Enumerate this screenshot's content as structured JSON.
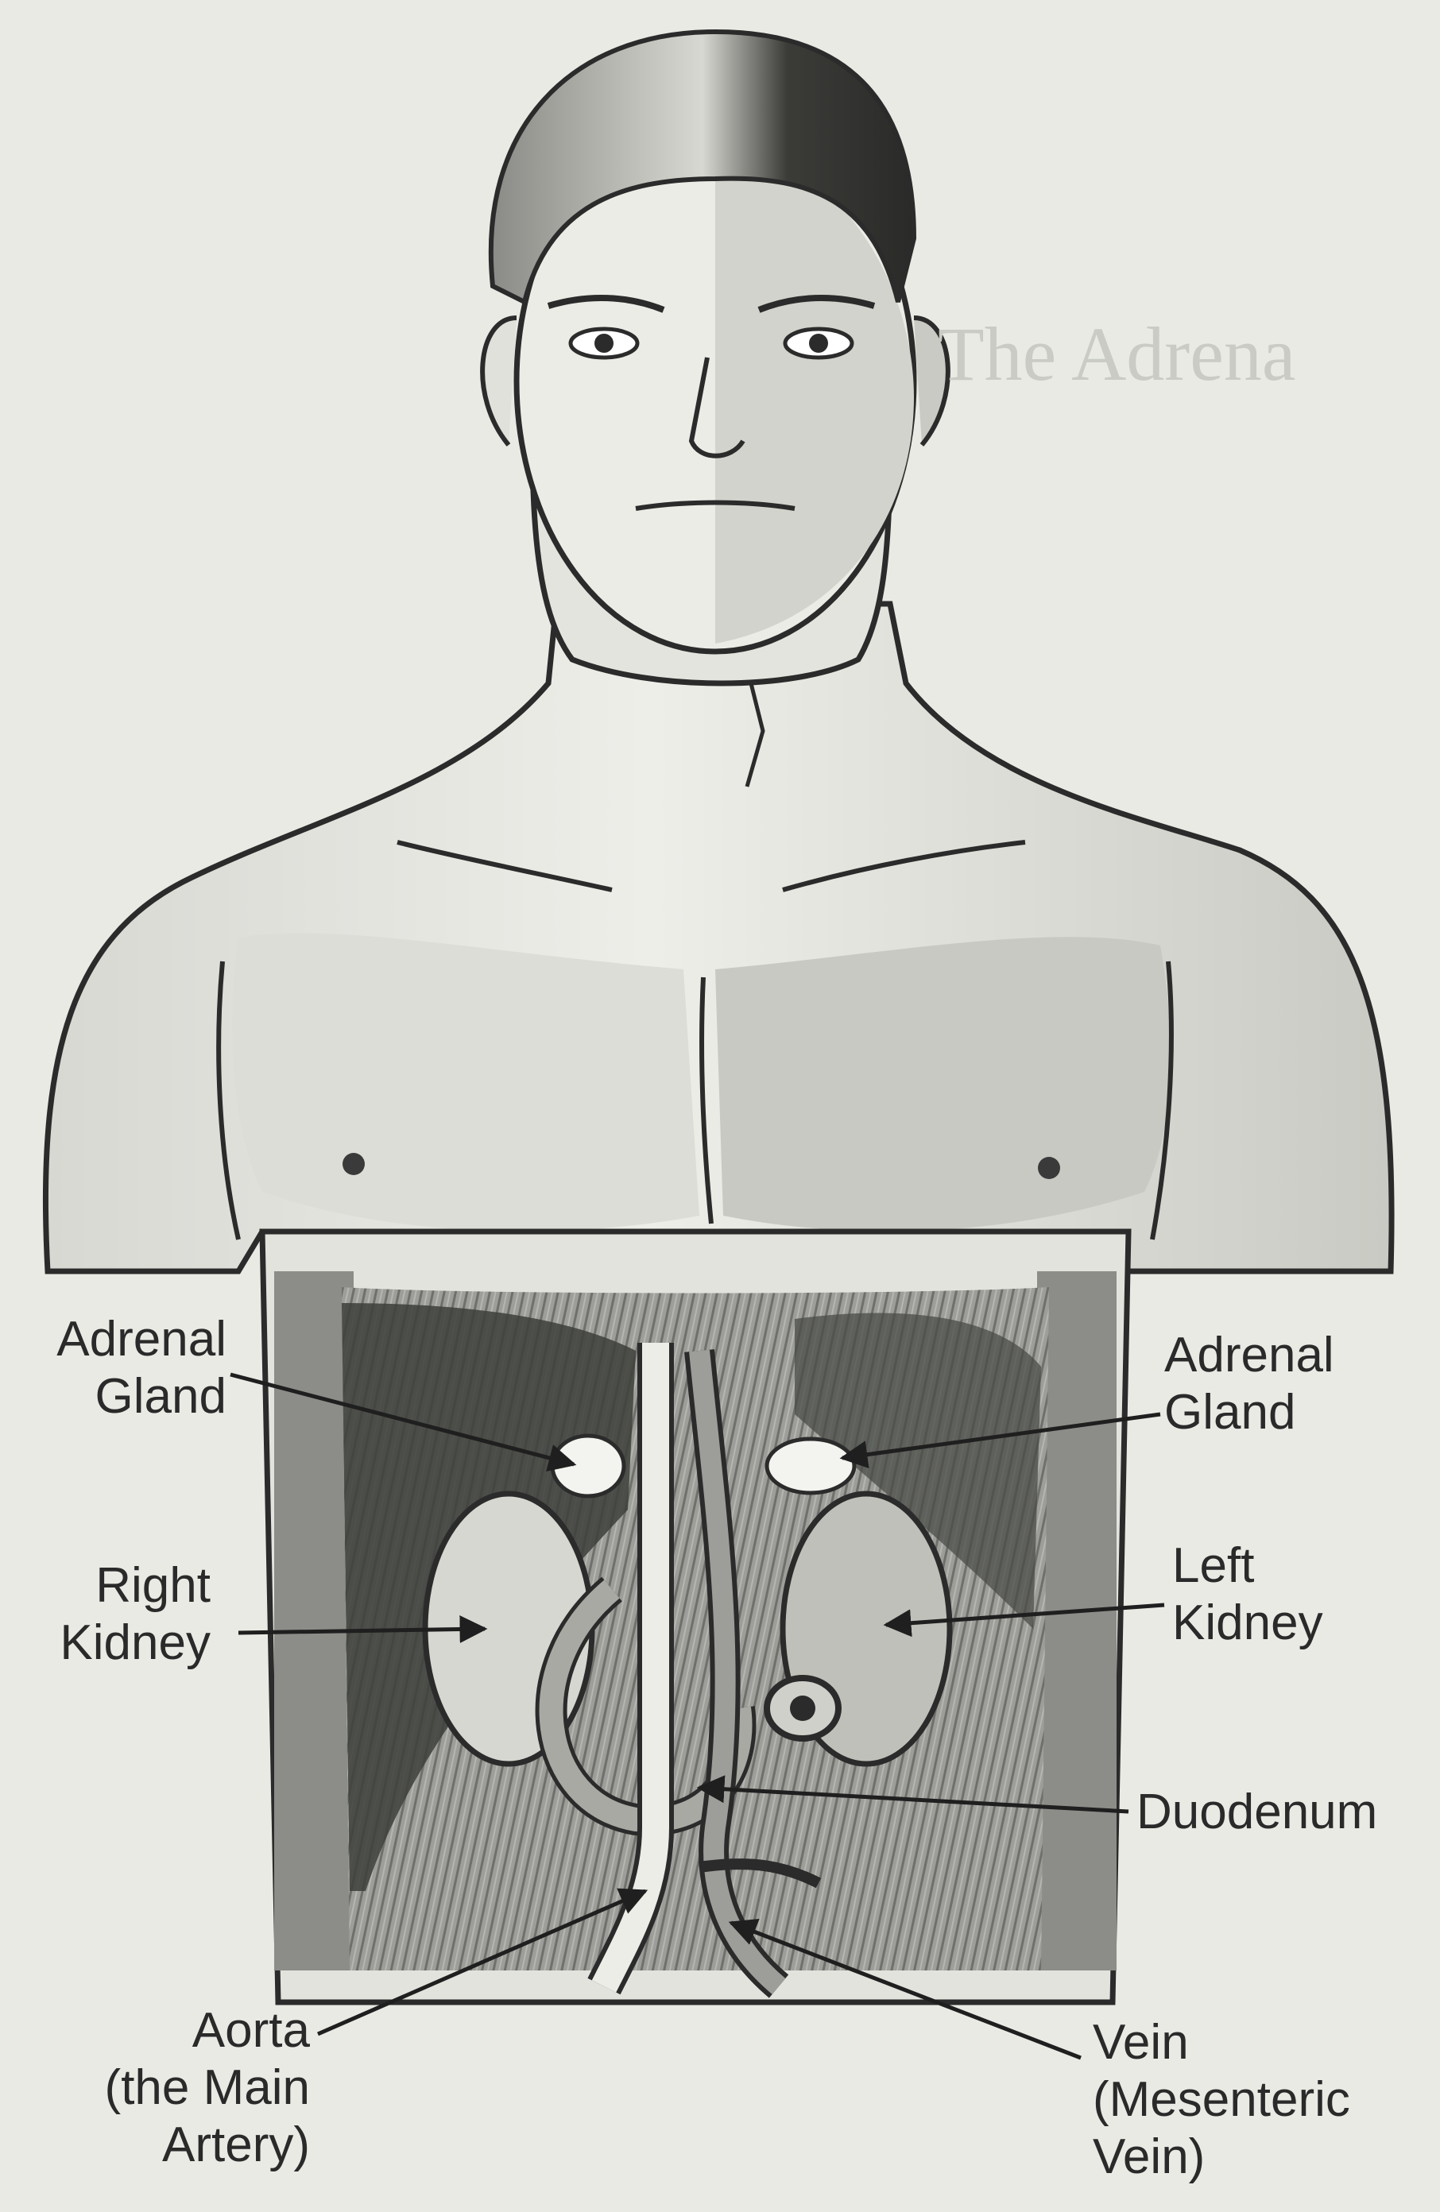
{
  "labels": {
    "adrenal_gland_right": "Adrenal\nGland",
    "adrenal_gland_left": "Adrenal\nGland",
    "right_kidney": "Right\nKidney",
    "left_kidney": "Left\nKidney",
    "duodenum": "Duodenum",
    "aorta": "Aorta\n(the Main\nArtery)",
    "vein": "Vein\n(Mesenteric\nVein)"
  },
  "bleed_through": {
    "heading": "The Adrena"
  }
}
